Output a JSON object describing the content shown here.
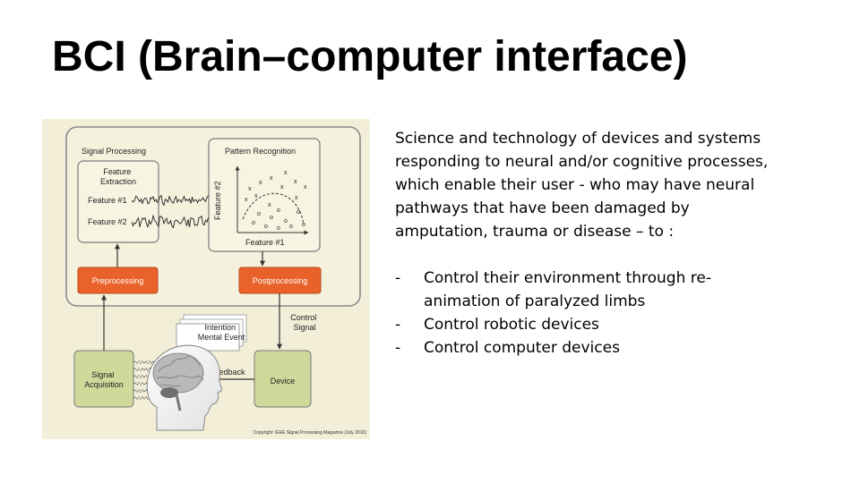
{
  "slide": {
    "title": "BCI (Brain–computer interface)",
    "description": "Science and technology of devices and systems responding to neural and/or cognitive processes, which enable their user - who may have neural pathways that have been damaged by amputation, trauma or disease – to :",
    "bullet_marker": "-",
    "bullets": [
      "Control their environment through re-animation of paralyzed limbs",
      "Control robotic devices",
      "Control computer devices"
    ]
  },
  "diagram": {
    "signal_processing_label": "Signal Processing",
    "feature_extraction_label": "Feature\nExtraction",
    "feature1_label": "Feature #1",
    "feature2_label": "Feature #2",
    "pattern_recognition_label": "Pattern Recognition",
    "plot_ylabel": "Feature #2",
    "plot_xlabel": "Feature #1",
    "plot_marker_x": "x",
    "plot_marker_o": "o",
    "preprocessing_label": "Preprocessing",
    "postprocessing_label": "Postprocessing",
    "control_signal_label": "Control\nSignal",
    "intention_label": "Intention\nMental Event",
    "signal_acquisition_label": "Signal\nAcquisition",
    "device_label": "Device",
    "feedback_label": "Feedback",
    "copyright": "Copyright: IEEE Signal Processing Magazine (July 2010)",
    "colors": {
      "background": "#f2eed8",
      "box_fill": "#f6f3dc",
      "green_box": "#cfd99a",
      "orange_box": "#e8622a",
      "arrow": "#333333"
    }
  }
}
